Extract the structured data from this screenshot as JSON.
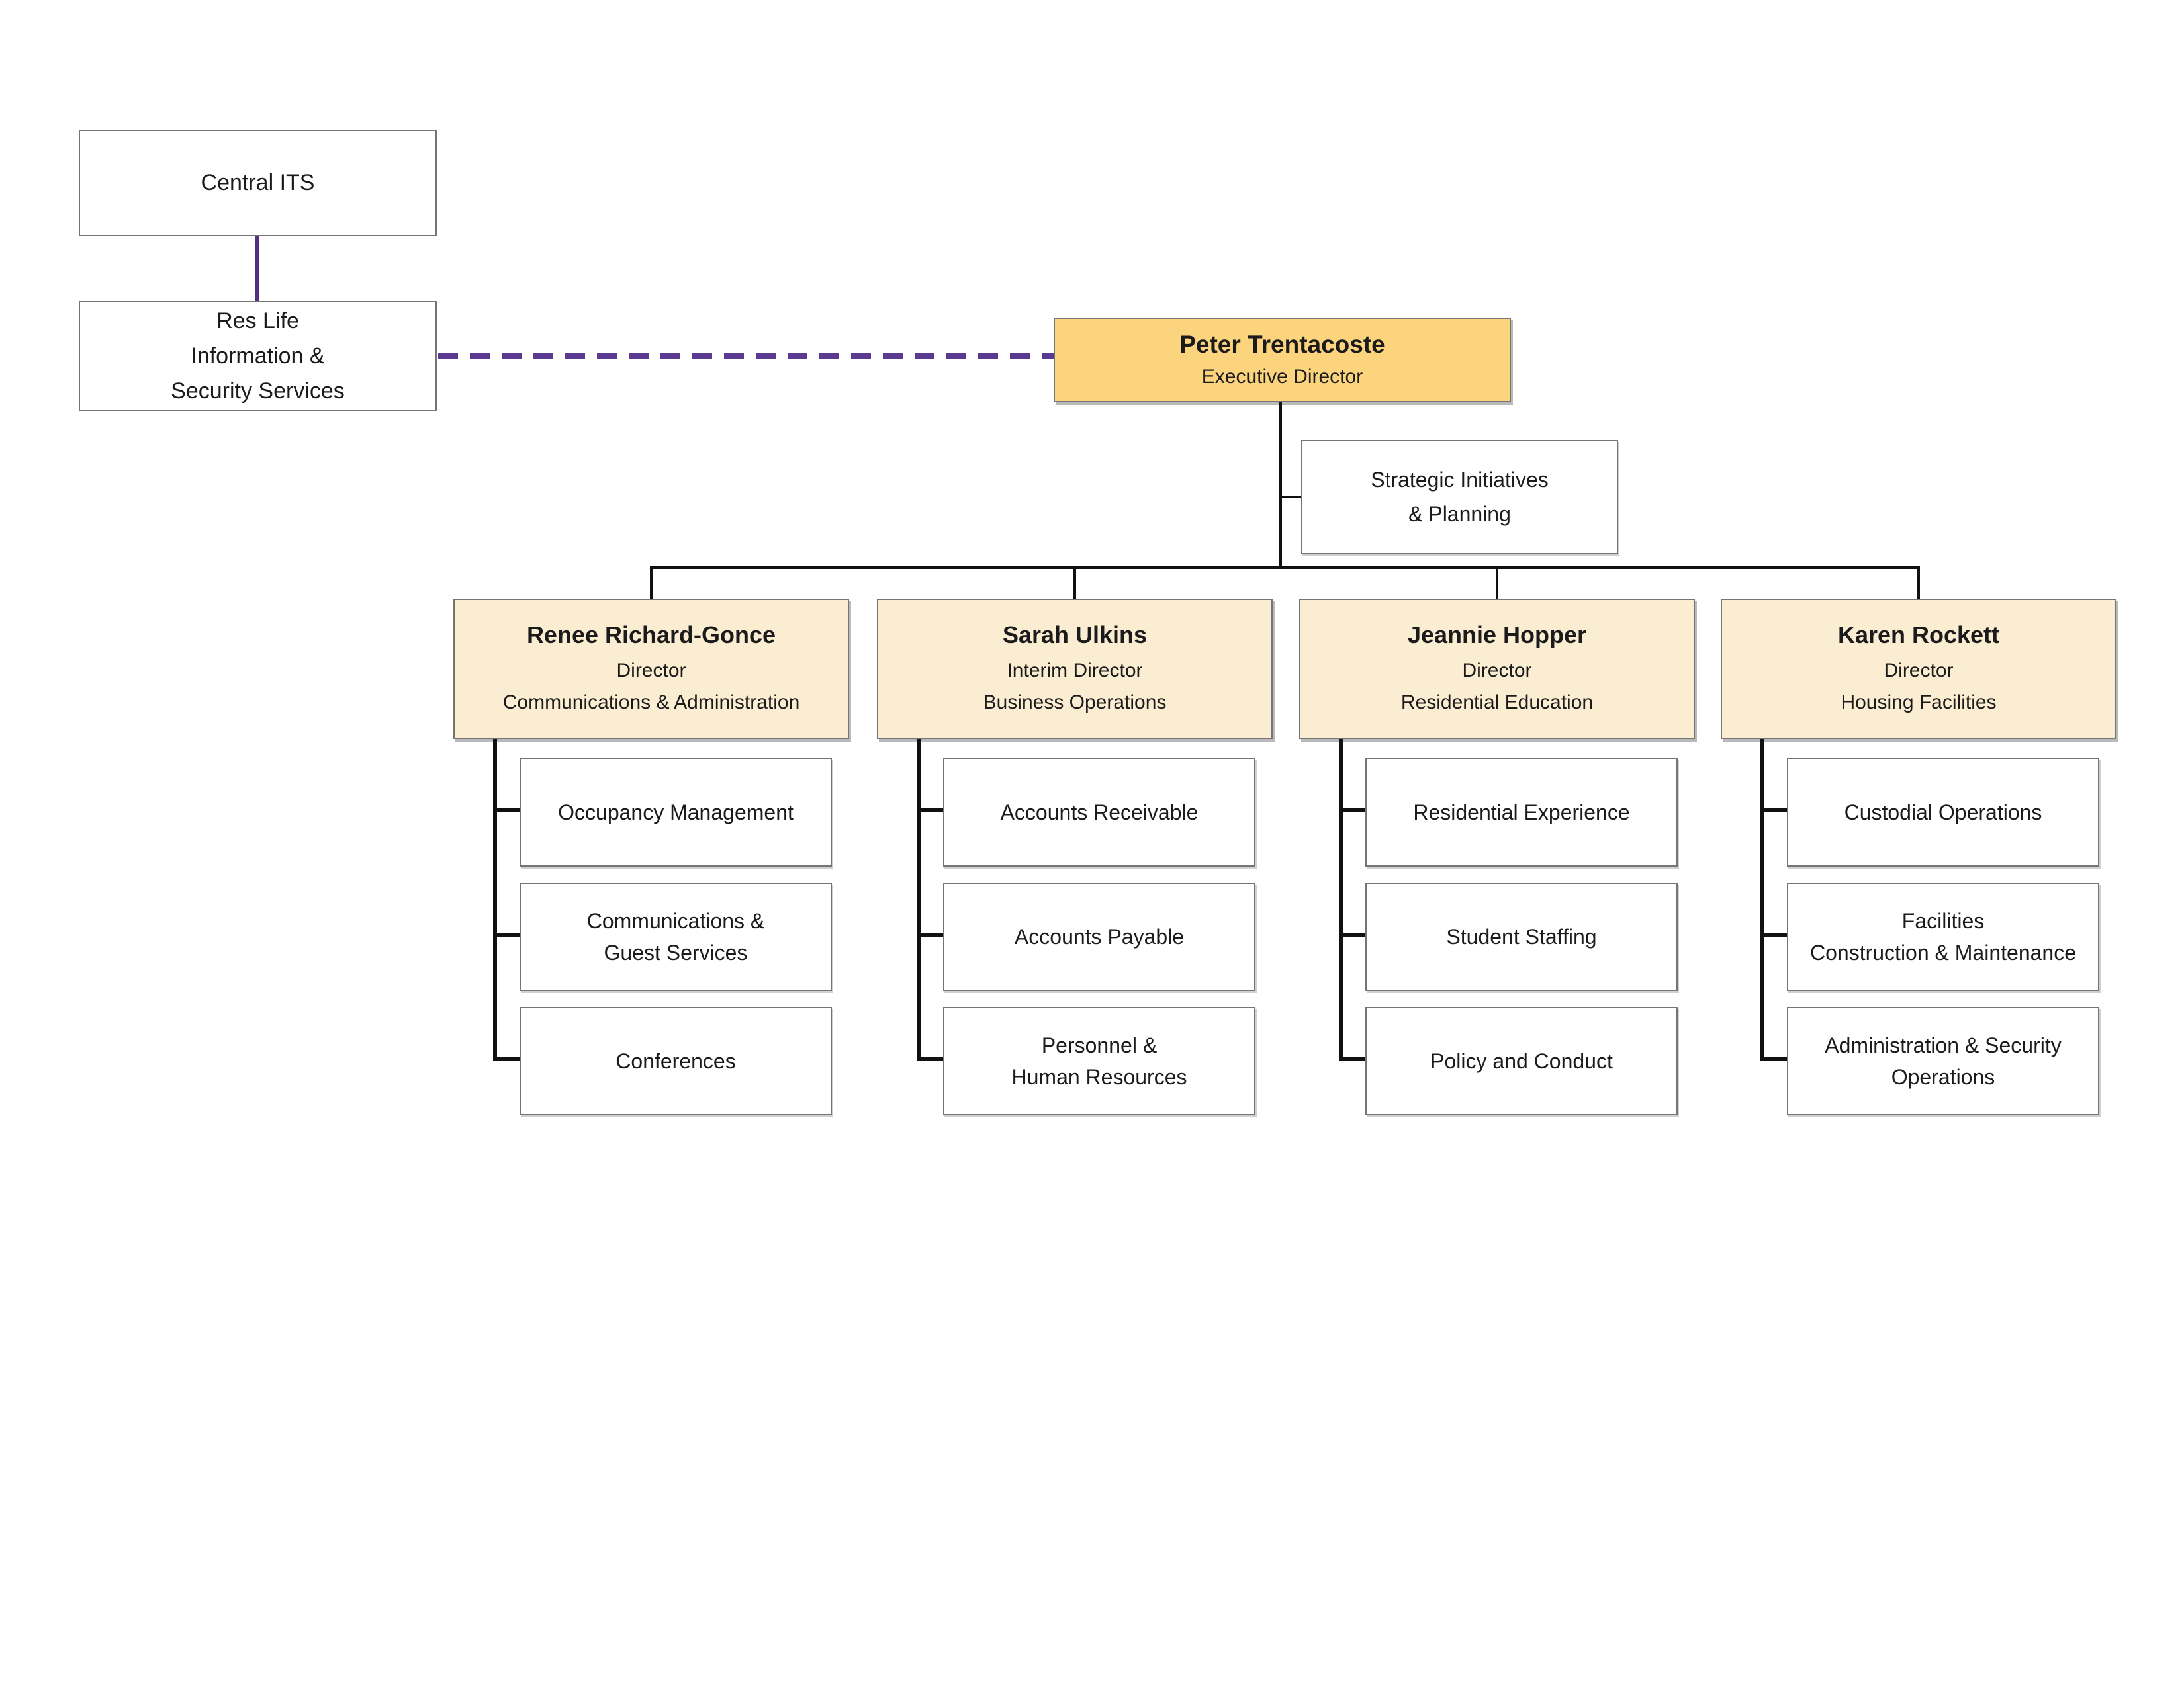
{
  "colors": {
    "orange": "#FCD47D",
    "cream": "#FBEDD2",
    "purple": "#53307E",
    "purple-dash": "#5B3A91",
    "line": "#111111"
  },
  "external": {
    "central_its": "Central ITS",
    "res_life": [
      "Res Life",
      "Information &",
      "Security Services"
    ]
  },
  "executive": {
    "name": "Peter Trentacoste",
    "title": "Executive Director"
  },
  "strategic": [
    "Strategic Initiatives",
    "& Planning"
  ],
  "directors": [
    {
      "name": "Renee Richard-Gonce",
      "title": "Director",
      "department": "Communications & Administration",
      "reports": [
        [
          "Occupancy Management"
        ],
        [
          "Communications &",
          "Guest Services"
        ],
        [
          "Conferences"
        ]
      ]
    },
    {
      "name": "Sarah Ulkins",
      "title": "Interim Director",
      "department": "Business Operations",
      "reports": [
        [
          "Accounts Receivable"
        ],
        [
          "Accounts Payable"
        ],
        [
          "Personnel &",
          "Human Resources"
        ]
      ]
    },
    {
      "name": "Jeannie Hopper",
      "title": "Director",
      "department": "Residential Education",
      "reports": [
        [
          "Residential Experience"
        ],
        [
          "Student Staffing"
        ],
        [
          "Policy and Conduct"
        ]
      ]
    },
    {
      "name": "Karen Rockett",
      "title": "Director",
      "department": "Housing Facilities",
      "reports": [
        [
          "Custodial Operations"
        ],
        [
          "Facilities",
          "Construction & Maintenance"
        ],
        [
          "Administration & Security",
          "Operations"
        ]
      ]
    }
  ]
}
